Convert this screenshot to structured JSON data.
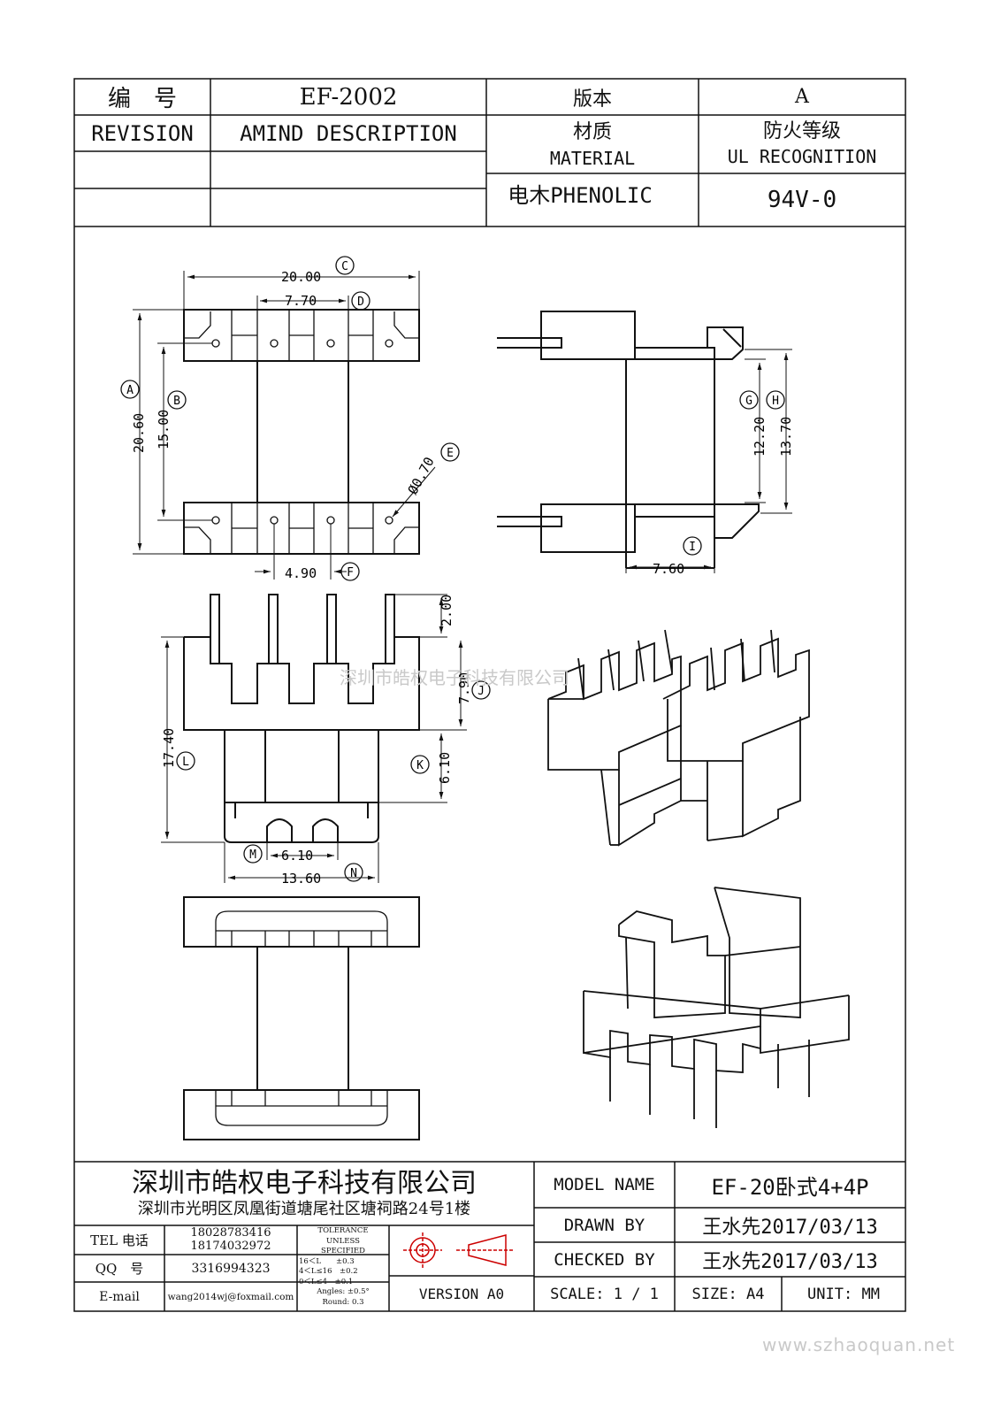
{
  "header": {
    "label_number": "编　号",
    "part_number": "EF-2002",
    "label_version": "版本",
    "version_value": "A",
    "label_revision": "REVISION",
    "label_amind": "AMIND DESCRIPTION",
    "label_material_cn": "材质",
    "label_material_en": "MATERIAL",
    "label_fire_cn": "防火等级",
    "label_fire_en": "UL RECOGNITION",
    "material_value": "电木PHENOLIC",
    "fire_value": "94V-0"
  },
  "dimensions": {
    "c": "20.00",
    "d": "7.70",
    "a": "20.60",
    "b": "15.00",
    "e_dia": "Ø0.70",
    "f": "4.90",
    "g": "12.20",
    "h": "13.70",
    "i": "7.60",
    "top_pin": "2.00",
    "j": "7.90",
    "k": "6.10",
    "l": "17.40",
    "m": "6.10",
    "n": "13.60"
  },
  "markers": [
    "A",
    "B",
    "C",
    "D",
    "E",
    "F",
    "G",
    "H",
    "I",
    "J",
    "K",
    "L",
    "M",
    "N"
  ],
  "watermark_center": "深圳市皓权电子科技有限公司",
  "watermark_footer": "www.szhaoquan.net",
  "title_block": {
    "company": "深圳市皓权电子科技有限公司",
    "address": "深圳市光明区凤凰街道塘尾社区塘祠路24号1楼",
    "tel_label": "TEL 电话",
    "tel_1": "18028783416",
    "tel_2": "18174032972",
    "qq_label": "QQ　号",
    "qq_value": "3316994323",
    "email_label": "E-mail",
    "email_value": "wang2014wj@foxmail.com",
    "tolerance": [
      "TOLERANCE",
      "UNLESS",
      "SPECIFIED",
      "16＜L　　±0.3",
      "4＜L≤16　±0.2",
      "0＜L≤4　±0.1",
      "Angles: ±0.5°",
      "Round: 0.3"
    ],
    "version": "VERSION A0",
    "model_name_label": "MODEL NAME",
    "model_name_value": "EF-20卧式4+4P",
    "drawn_by_label": "DRAWN BY",
    "drawn_by_value": "王水先2017/03/13",
    "checked_by_label": "CHECKED BY",
    "checked_by_value": "王水先2017/03/13",
    "scale_label": "SCALE: 1 / 1",
    "size_label": "SIZE: A4",
    "unit_label": "UNIT: MM"
  }
}
